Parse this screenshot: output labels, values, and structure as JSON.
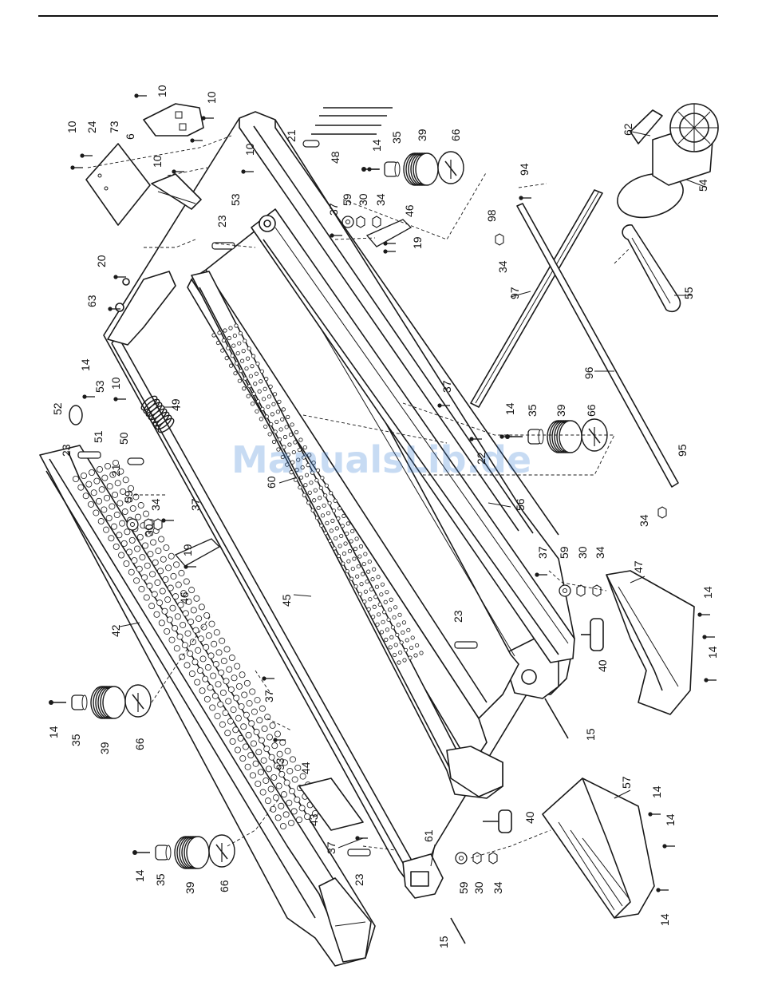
{
  "watermark": "ManualsLib.de",
  "part_labels": [
    {
      "id": "c1",
      "text": "10"
    },
    {
      "id": "c2",
      "text": "10"
    },
    {
      "id": "c3",
      "text": "10"
    },
    {
      "id": "c4",
      "text": "24"
    },
    {
      "id": "c5",
      "text": "73"
    },
    {
      "id": "c6",
      "text": "6"
    },
    {
      "id": "c7",
      "text": "10"
    },
    {
      "id": "c8",
      "text": "10"
    },
    {
      "id": "c9",
      "text": "21"
    },
    {
      "id": "c10",
      "text": "53"
    },
    {
      "id": "c11",
      "text": "48"
    },
    {
      "id": "c12",
      "text": "14"
    },
    {
      "id": "c13",
      "text": "35"
    },
    {
      "id": "c14",
      "text": "39"
    },
    {
      "id": "c15",
      "text": "66"
    },
    {
      "id": "c16",
      "text": "62"
    },
    {
      "id": "c17",
      "text": "54"
    },
    {
      "id": "c18",
      "text": "94"
    },
    {
      "id": "c19",
      "text": "98"
    },
    {
      "id": "c20",
      "text": "34"
    },
    {
      "id": "c21",
      "text": "20"
    },
    {
      "id": "c22",
      "text": "63"
    },
    {
      "id": "c23",
      "text": "23"
    },
    {
      "id": "c24",
      "text": "37"
    },
    {
      "id": "c25",
      "text": "59"
    },
    {
      "id": "c26",
      "text": "30"
    },
    {
      "id": "c27",
      "text": "34"
    },
    {
      "id": "c28",
      "text": "46"
    },
    {
      "id": "c29",
      "text": "19"
    },
    {
      "id": "c30",
      "text": "55"
    },
    {
      "id": "c31",
      "text": "97"
    },
    {
      "id": "c32",
      "text": "96"
    },
    {
      "id": "c33",
      "text": "14"
    },
    {
      "id": "c34",
      "text": "53"
    },
    {
      "id": "c35",
      "text": "10"
    },
    {
      "id": "c36",
      "text": "52"
    },
    {
      "id": "c37",
      "text": "49"
    },
    {
      "id": "c38",
      "text": "51"
    },
    {
      "id": "c39",
      "text": "50"
    },
    {
      "id": "c40",
      "text": "23"
    },
    {
      "id": "c41",
      "text": "21"
    },
    {
      "id": "c42",
      "text": "37"
    },
    {
      "id": "c43",
      "text": "14"
    },
    {
      "id": "c44",
      "text": "35"
    },
    {
      "id": "c45",
      "text": "39"
    },
    {
      "id": "c46",
      "text": "66"
    },
    {
      "id": "c47",
      "text": "22"
    },
    {
      "id": "c48",
      "text": "60"
    },
    {
      "id": "c49",
      "text": "95"
    },
    {
      "id": "c50",
      "text": "56"
    },
    {
      "id": "c51",
      "text": "34"
    },
    {
      "id": "c52",
      "text": "59"
    },
    {
      "id": "c53",
      "text": "34"
    },
    {
      "id": "c54",
      "text": "37"
    },
    {
      "id": "c55",
      "text": "30"
    },
    {
      "id": "c56",
      "text": "19"
    },
    {
      "id": "c57",
      "text": "46"
    },
    {
      "id": "c58",
      "text": "45"
    },
    {
      "id": "c59",
      "text": "37"
    },
    {
      "id": "c60",
      "text": "59"
    },
    {
      "id": "c61",
      "text": "30"
    },
    {
      "id": "c62",
      "text": "34"
    },
    {
      "id": "c63",
      "text": "47"
    },
    {
      "id": "c64",
      "text": "42"
    },
    {
      "id": "c65",
      "text": "23"
    },
    {
      "id": "c66",
      "text": "14"
    },
    {
      "id": "c67",
      "text": "40"
    },
    {
      "id": "c68",
      "text": "14"
    },
    {
      "id": "c69",
      "text": "37"
    },
    {
      "id": "c70",
      "text": "14"
    },
    {
      "id": "c71",
      "text": "35"
    },
    {
      "id": "c72",
      "text": "39"
    },
    {
      "id": "c73",
      "text": "66"
    },
    {
      "id": "c74",
      "text": "15"
    },
    {
      "id": "c75",
      "text": "93"
    },
    {
      "id": "c76",
      "text": "44"
    },
    {
      "id": "c77",
      "text": "43"
    },
    {
      "id": "c78",
      "text": "57"
    },
    {
      "id": "c79",
      "text": "14"
    },
    {
      "id": "c80",
      "text": "40"
    },
    {
      "id": "c81",
      "text": "14"
    },
    {
      "id": "c82",
      "text": "37"
    },
    {
      "id": "c83",
      "text": "61"
    },
    {
      "id": "c84",
      "text": "23"
    },
    {
      "id": "c85",
      "text": "14"
    },
    {
      "id": "c86",
      "text": "35"
    },
    {
      "id": "c87",
      "text": "39"
    },
    {
      "id": "c88",
      "text": "66"
    },
    {
      "id": "c89",
      "text": "59"
    },
    {
      "id": "c90",
      "text": "30"
    },
    {
      "id": "c91",
      "text": "34"
    },
    {
      "id": "c92",
      "text": "14"
    },
    {
      "id": "c93",
      "text": "15"
    }
  ]
}
